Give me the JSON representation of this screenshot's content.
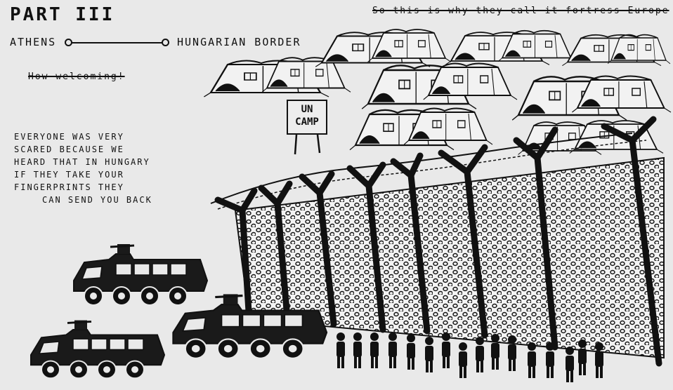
{
  "title": "PART III",
  "route": {
    "from": "ATHENS",
    "to": "HUNGARIAN BORDER"
  },
  "crossed_out": {
    "welcome": "How welcoming!",
    "fortress": "So this is why they call it fortress Europe"
  },
  "sign_text": [
    "UN",
    "CAMP"
  ],
  "story_lines": [
    "EVERYONE WAS VERY",
    "SCARED BECAUSE WE",
    "HEARD THAT IN HUNGARY",
    "IF THEY TAKE YOUR",
    "FINGERPRINTS THEY",
    "CAN SEND YOU BACK"
  ],
  "colors": {
    "ink": "#111111",
    "paper": "#e9e9e9"
  }
}
